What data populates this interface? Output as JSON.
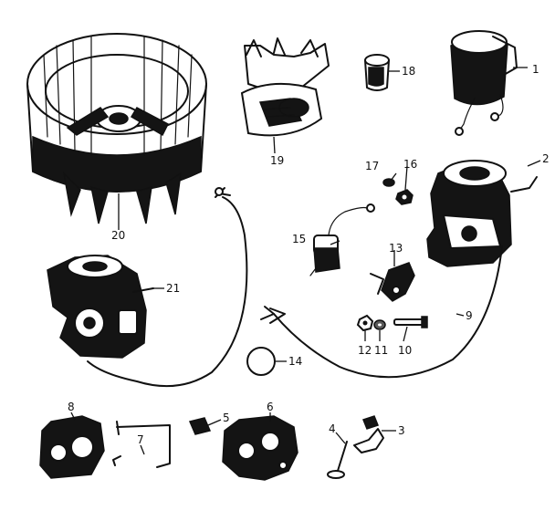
{
  "diagram": {
    "callouts": [
      {
        "id": "p1",
        "label": "1"
      },
      {
        "id": "p2",
        "label": "2"
      },
      {
        "id": "p3",
        "label": "3"
      },
      {
        "id": "p4",
        "label": "4"
      },
      {
        "id": "p5",
        "label": "5"
      },
      {
        "id": "p6",
        "label": "6"
      },
      {
        "id": "p7",
        "label": "7"
      },
      {
        "id": "p8",
        "label": "8"
      },
      {
        "id": "p9",
        "label": "9"
      },
      {
        "id": "p10",
        "label": "10"
      },
      {
        "id": "p11",
        "label": "11"
      },
      {
        "id": "p12",
        "label": "12"
      },
      {
        "id": "p13",
        "label": "13"
      },
      {
        "id": "p14",
        "label": "14"
      },
      {
        "id": "p15",
        "label": "15"
      },
      {
        "id": "p16",
        "label": "16"
      },
      {
        "id": "p17",
        "label": "17"
      },
      {
        "id": "p18",
        "label": "18"
      },
      {
        "id": "p19",
        "label": "19"
      },
      {
        "id": "p20",
        "label": "20"
      },
      {
        "id": "p21",
        "label": "21"
      }
    ]
  }
}
